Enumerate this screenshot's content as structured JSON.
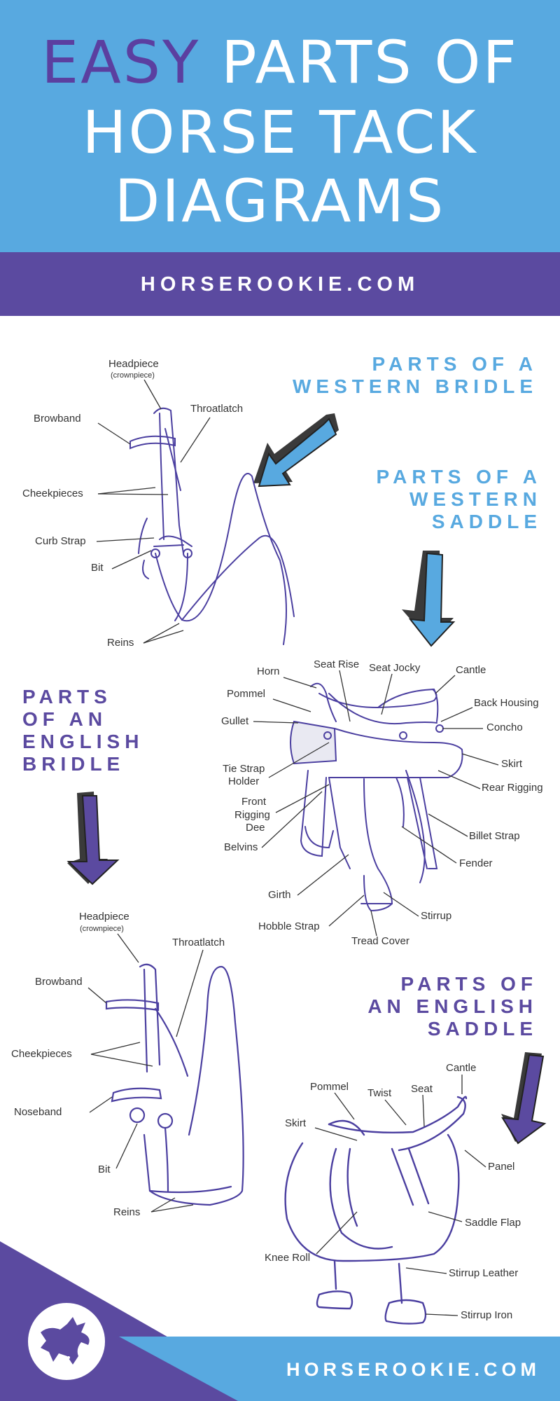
{
  "header": {
    "title_easy": "EASY",
    "title_rest": "PARTS OF",
    "title_line2": "HORSE TACK",
    "title_line3": "DIAGRAMS",
    "site": "HORSEROOKIE.COM"
  },
  "sections": {
    "western_bridle": {
      "line1": "PARTS OF A",
      "line2": "WESTERN BRIDLE"
    },
    "western_saddle": {
      "line1": "PARTS OF A",
      "line2": "WESTERN",
      "line3": "SADDLE"
    },
    "english_bridle": {
      "line1": "PARTS",
      "line2": "OF AN",
      "line3": "ENGLISH",
      "line4": "BRIDLE"
    },
    "english_saddle": {
      "line1": "PARTS OF",
      "line2": "AN ENGLISH",
      "line3": "SADDLE"
    }
  },
  "western_bridle_labels": {
    "headpiece": "Headpiece",
    "crownpiece": "(crownpiece)",
    "throatlatch": "Throatlatch",
    "browband": "Browband",
    "cheekpieces": "Cheekpieces",
    "curb_strap": "Curb Strap",
    "bit": "Bit",
    "reins": "Reins"
  },
  "western_saddle_labels": {
    "horn": "Horn",
    "seat_rise": "Seat Rise",
    "seat_jocky": "Seat Jocky",
    "cantle": "Cantle",
    "pommel": "Pommel",
    "back_housing": "Back Housing",
    "gullet": "Gullet",
    "concho": "Concho",
    "skirt": "Skirt",
    "tie_strap_1": "Tie Strap",
    "tie_strap_2": "Holder",
    "rear_rigging": "Rear Rigging",
    "front_rigging_1": "Front",
    "front_rigging_2": "Rigging",
    "front_rigging_3": "Dee",
    "billet_strap": "Billet Strap",
    "belvins": "Belvins",
    "fender": "Fender",
    "girth": "Girth",
    "stirrup": "Stirrup",
    "hobble_strap": "Hobble Strap",
    "tread_cover": "Tread Cover"
  },
  "english_bridle_labels": {
    "headpiece": "Headpiece",
    "crownpiece": "(crownpiece)",
    "throatlatch": "Throatlatch",
    "browband": "Browband",
    "cheekpieces": "Cheekpieces",
    "noseband": "Noseband",
    "bit": "Bit",
    "reins": "Reins"
  },
  "english_saddle_labels": {
    "cantle": "Cantle",
    "pommel": "Pommel",
    "twist": "Twist",
    "seat": "Seat",
    "skirt": "Skirt",
    "panel": "Panel",
    "saddle_flap": "Saddle Flap",
    "knee_roll": "Knee Roll",
    "stirrup_leather": "Stirrup Leather",
    "stirrup_iron": "Stirrup Iron"
  },
  "footer": {
    "site": "HORSEROOKIE.COM"
  },
  "colors": {
    "sky_blue": "#58a9e0",
    "purple": "#5b4aa0",
    "line": "#4b3fa0",
    "arrow_shadow": "#3a3a3a"
  },
  "icons": {
    "logo": "horse-rolling-icon"
  }
}
